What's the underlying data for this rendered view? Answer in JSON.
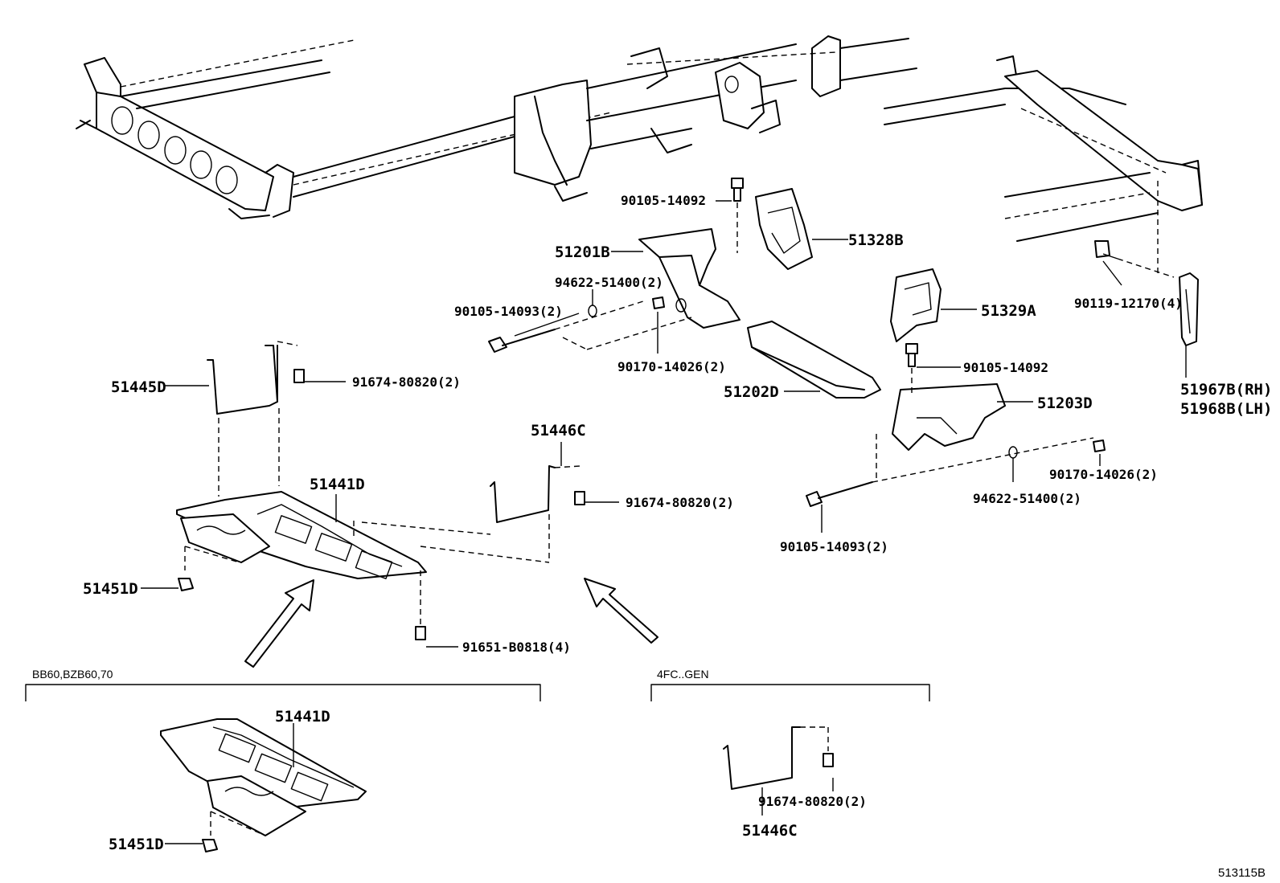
{
  "labels": {
    "p90105_14092_top": "90105-14092",
    "p51201B": "51201B",
    "p51328B": "51328B",
    "p94622_51400_a": "94622-51400(2)",
    "p90105_14093_a": "90105-14093(2)",
    "p90170_14026_a": "90170-14026(2)",
    "p51329A": "51329A",
    "p90119_12170": "90119-12170(4)",
    "p90105_14092_right": "90105-14092",
    "p51967B": "51967B(RH)",
    "p51968B": "51968B(LH)",
    "p51202D": "51202D",
    "p51203D": "51203D",
    "p51445D": "51445D",
    "p91674_80820_a": "91674-80820(2)",
    "p51446C_top": "51446C",
    "p51441D_top": "51441D",
    "p91674_80820_b": "91674-80820(2)",
    "p90170_14026_b": "90170-14026(2)",
    "p94622_51400_b": "94622-51400(2)",
    "p90105_14093_b": "90105-14093(2)",
    "p51451D_top": "51451D",
    "p91651_B0818": "91651-B0818(4)",
    "p51441D_bottom": "51441D",
    "p51451D_bottom": "51451D",
    "p91674_80820_c": "91674-80820(2)",
    "p51446C_bottom": "51446C"
  },
  "variants": {
    "left": "BB60,BZB60,70",
    "right": "4FC..GEN"
  },
  "diagram_code": "513115B"
}
